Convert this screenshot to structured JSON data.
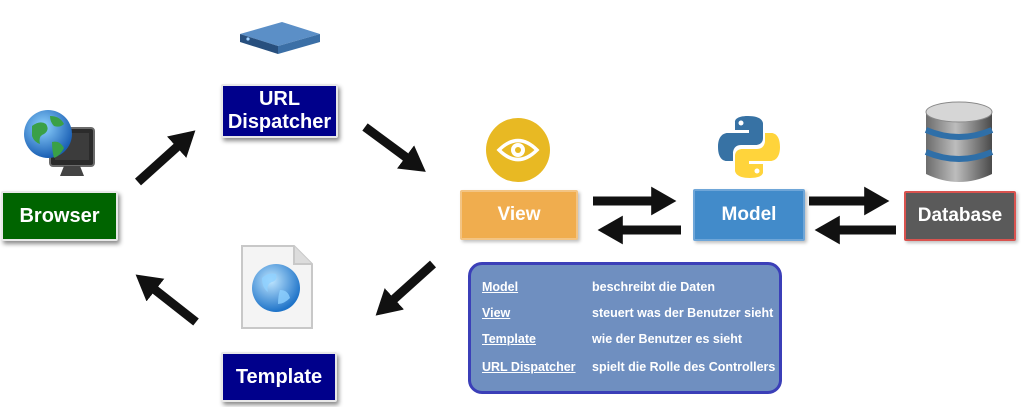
{
  "diagram": {
    "nodes": {
      "browser": {
        "label": "Browser",
        "color": "#006400"
      },
      "url_dispatcher": {
        "label_line1": "URL",
        "label_line2": "Dispatcher",
        "color": "#00008b"
      },
      "template": {
        "label": "Template",
        "color": "#00008b"
      },
      "view": {
        "label": "View",
        "color": "#f0ad4e"
      },
      "model": {
        "label": "Model",
        "color": "#428bca"
      },
      "database": {
        "label": "Database",
        "color": "#5a5a5a"
      }
    },
    "edges": [
      {
        "from": "browser",
        "to": "url_dispatcher"
      },
      {
        "from": "url_dispatcher",
        "to": "view"
      },
      {
        "from": "view",
        "to": "template"
      },
      {
        "from": "template",
        "to": "browser"
      },
      {
        "from": "view",
        "to": "model"
      },
      {
        "from": "model",
        "to": "view"
      },
      {
        "from": "model",
        "to": "database"
      },
      {
        "from": "database",
        "to": "model"
      }
    ],
    "icons": {
      "browser": "globe-monitor-icon",
      "url_dispatcher": "server-icon",
      "template": "web-document-icon",
      "view": "eye-icon",
      "model": "python-logo-icon",
      "database": "database-icon"
    },
    "legend": [
      {
        "term": "Model",
        "desc": "beschreibt die Daten"
      },
      {
        "term": "View",
        "desc": "steuert was der Benutzer sieht"
      },
      {
        "term": "Template",
        "desc": "wie der Benutzer es sieht"
      },
      {
        "term": "URL Dispatcher",
        "desc": "spielt die Rolle des Controllers"
      }
    ]
  }
}
